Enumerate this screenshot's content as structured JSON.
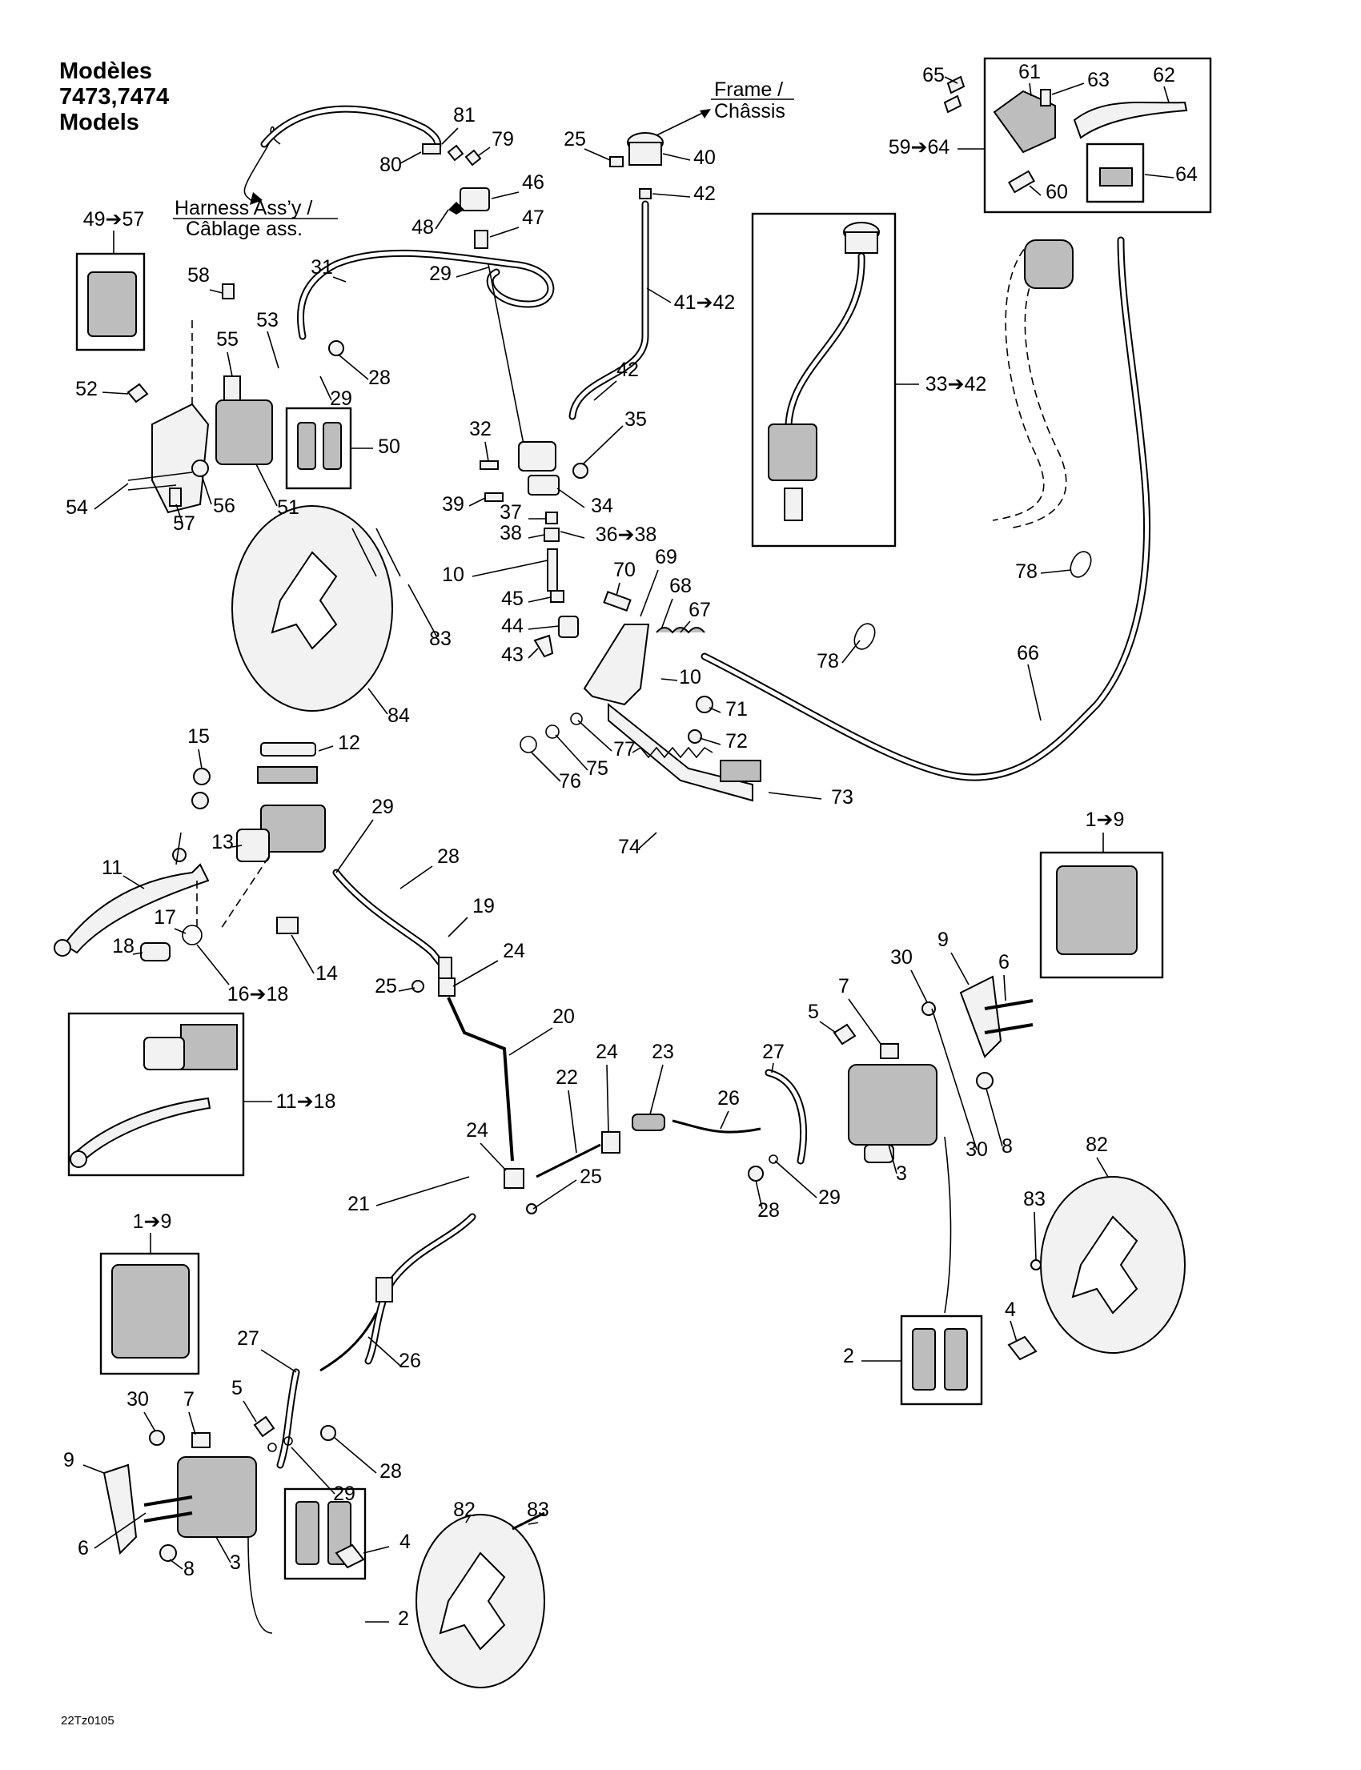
{
  "header": {
    "title_lines": [
      "Modèles",
      "7473,7474",
      "Models"
    ]
  },
  "annotations": {
    "frame": [
      "Frame /",
      "Châssis"
    ],
    "harness": [
      "Harness Ass’y /",
      "Câblage ass."
    ]
  },
  "image_code": "22Tz0105",
  "callouts": [
    {
      "id": "c81",
      "text": "81"
    },
    {
      "id": "c80",
      "text": "80"
    },
    {
      "id": "c79",
      "text": "79"
    },
    {
      "id": "c46",
      "text": "46"
    },
    {
      "id": "c48",
      "text": "48"
    },
    {
      "id": "c47",
      "text": "47"
    },
    {
      "id": "c25a",
      "text": "25"
    },
    {
      "id": "c40",
      "text": "40"
    },
    {
      "id": "c42a",
      "text": "42"
    },
    {
      "id": "c41_42",
      "text": "41➔42"
    },
    {
      "id": "c42b",
      "text": "42"
    },
    {
      "id": "c35",
      "text": "35"
    },
    {
      "id": "c65",
      "text": "65"
    },
    {
      "id": "c61",
      "text": "61"
    },
    {
      "id": "c63",
      "text": "63"
    },
    {
      "id": "c62",
      "text": "62"
    },
    {
      "id": "c59_64",
      "text": "59➔64"
    },
    {
      "id": "c64",
      "text": "64"
    },
    {
      "id": "c60",
      "text": "60"
    },
    {
      "id": "c33_42",
      "text": "33➔42"
    },
    {
      "id": "c49_57",
      "text": "49➔57"
    },
    {
      "id": "c58",
      "text": "58"
    },
    {
      "id": "c31",
      "text": "31"
    },
    {
      "id": "c29a",
      "text": "29"
    },
    {
      "id": "c53",
      "text": "53"
    },
    {
      "id": "c55",
      "text": "55"
    },
    {
      "id": "c28a",
      "text": "28"
    },
    {
      "id": "c29b",
      "text": "29"
    },
    {
      "id": "c52",
      "text": "52"
    },
    {
      "id": "c50",
      "text": "50"
    },
    {
      "id": "c54",
      "text": "54"
    },
    {
      "id": "c57",
      "text": "57"
    },
    {
      "id": "c56",
      "text": "56"
    },
    {
      "id": "c51",
      "text": "51"
    },
    {
      "id": "c32",
      "text": "32"
    },
    {
      "id": "c39",
      "text": "39"
    },
    {
      "id": "c34",
      "text": "34"
    },
    {
      "id": "c37",
      "text": "37"
    },
    {
      "id": "c38",
      "text": "38"
    },
    {
      "id": "c36_38",
      "text": "36➔38"
    },
    {
      "id": "c10a",
      "text": "10"
    },
    {
      "id": "c45",
      "text": "45"
    },
    {
      "id": "c44",
      "text": "44"
    },
    {
      "id": "c43",
      "text": "43"
    },
    {
      "id": "c70",
      "text": "70"
    },
    {
      "id": "c69",
      "text": "69"
    },
    {
      "id": "c68",
      "text": "68"
    },
    {
      "id": "c67",
      "text": "67"
    },
    {
      "id": "c10b",
      "text": "10"
    },
    {
      "id": "c78a",
      "text": "78"
    },
    {
      "id": "c78b",
      "text": "78"
    },
    {
      "id": "c66",
      "text": "66"
    },
    {
      "id": "c71",
      "text": "71"
    },
    {
      "id": "c72",
      "text": "72"
    },
    {
      "id": "c77",
      "text": "77"
    },
    {
      "id": "c75",
      "text": "75"
    },
    {
      "id": "c76",
      "text": "76"
    },
    {
      "id": "c73",
      "text": "73"
    },
    {
      "id": "c74",
      "text": "74"
    },
    {
      "id": "c83a",
      "text": "83"
    },
    {
      "id": "c84",
      "text": "84"
    },
    {
      "id": "c15",
      "text": "15"
    },
    {
      "id": "c12",
      "text": "12"
    },
    {
      "id": "c29c",
      "text": "29"
    },
    {
      "id": "c13",
      "text": "13"
    },
    {
      "id": "c11",
      "text": "11"
    },
    {
      "id": "c28b",
      "text": "28"
    },
    {
      "id": "c17",
      "text": "17"
    },
    {
      "id": "c18",
      "text": "18"
    },
    {
      "id": "c19",
      "text": "19"
    },
    {
      "id": "c14",
      "text": "14"
    },
    {
      "id": "c16_18",
      "text": "16➔18"
    },
    {
      "id": "c24a",
      "text": "24"
    },
    {
      "id": "c25b",
      "text": "25"
    },
    {
      "id": "c11_18",
      "text": "11➔18"
    },
    {
      "id": "c20",
      "text": "20"
    },
    {
      "id": "c1_9a",
      "text": "1➔9"
    },
    {
      "id": "c9a",
      "text": "9"
    },
    {
      "id": "c30a",
      "text": "30"
    },
    {
      "id": "c6a",
      "text": "6"
    },
    {
      "id": "c7a",
      "text": "7"
    },
    {
      "id": "c5a",
      "text": "5"
    },
    {
      "id": "c27a",
      "text": "27"
    },
    {
      "id": "c23",
      "text": "23"
    },
    {
      "id": "c24b",
      "text": "24"
    },
    {
      "id": "c22",
      "text": "22"
    },
    {
      "id": "c26a",
      "text": "26"
    },
    {
      "id": "c24c",
      "text": "24"
    },
    {
      "id": "c25c",
      "text": "25"
    },
    {
      "id": "c30b",
      "text": "30"
    },
    {
      "id": "c8a",
      "text": "8"
    },
    {
      "id": "c3a",
      "text": "3"
    },
    {
      "id": "c29d",
      "text": "29"
    },
    {
      "id": "c28c",
      "text": "28"
    },
    {
      "id": "c21",
      "text": "21"
    },
    {
      "id": "c82a",
      "text": "82"
    },
    {
      "id": "c83b",
      "text": "83"
    },
    {
      "id": "c1_9b",
      "text": "1➔9"
    },
    {
      "id": "c4a",
      "text": "4"
    },
    {
      "id": "c2a",
      "text": "2"
    },
    {
      "id": "c27b",
      "text": "27"
    },
    {
      "id": "c26b",
      "text": "26"
    },
    {
      "id": "c30c",
      "text": "30"
    },
    {
      "id": "c7b",
      "text": "7"
    },
    {
      "id": "c5b",
      "text": "5"
    },
    {
      "id": "c9b",
      "text": "9"
    },
    {
      "id": "c28d",
      "text": "28"
    },
    {
      "id": "c29e",
      "text": "29"
    },
    {
      "id": "c6b",
      "text": "6"
    },
    {
      "id": "c8b",
      "text": "8"
    },
    {
      "id": "c3b",
      "text": "3"
    },
    {
      "id": "c82b",
      "text": "82"
    },
    {
      "id": "c83c",
      "text": "83"
    },
    {
      "id": "c4b",
      "text": "4"
    },
    {
      "id": "c2b",
      "text": "2"
    }
  ]
}
